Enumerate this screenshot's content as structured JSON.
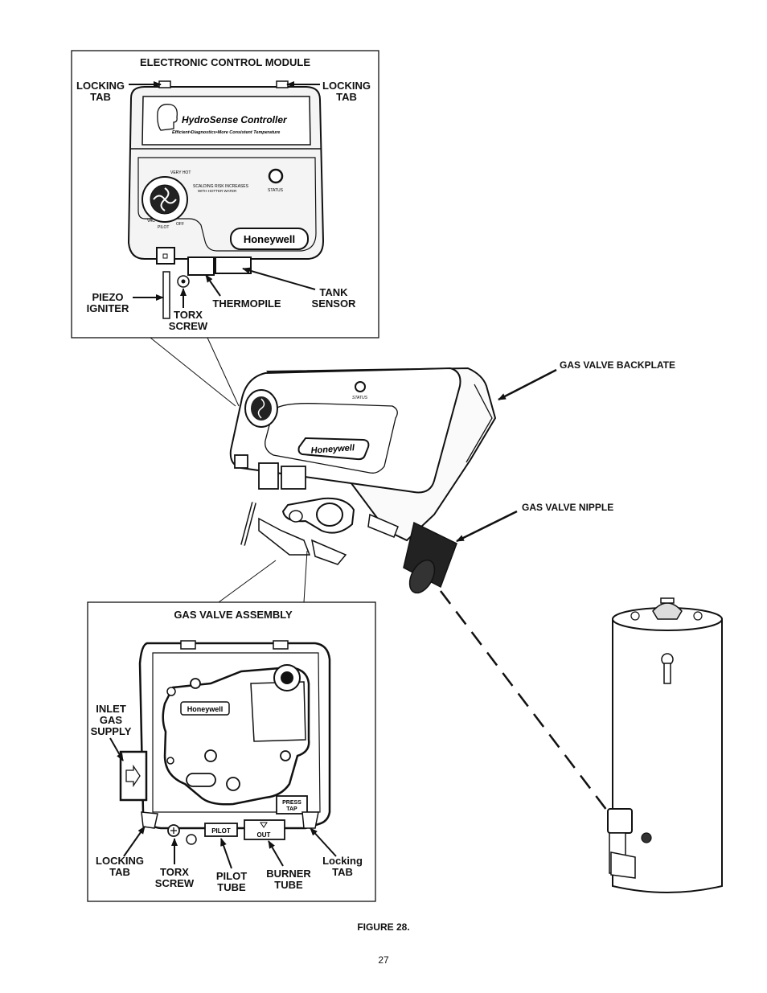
{
  "top_box": {
    "title": "ELECTRONIC CONTROL MODULE",
    "locking_tab_left": "LOCKING\nTAB",
    "locking_tab_right": "LOCKING\nTAB",
    "piezo_igniter": "PIEZO\nIGNITER",
    "torx_screw": "TORX\nSCREW",
    "thermopile": "THERMOPILE",
    "tank_sensor": "TANK\nSENSOR",
    "controller_brand": "HydroSense  Controller",
    "controller_tagline": "Efficient•Diagnostics•More Consistent Temperature",
    "scald_warning": "SCALDING RISK INCREASES\nWITH HOTTER WATER",
    "status": "STATUS",
    "very_hot": "VERY HOT",
    "pilot": "PILOT",
    "vac": "VAC",
    "off": "OFF",
    "honeywell": "Honeywell"
  },
  "middle": {
    "gas_valve_backplate": "GAS VALVE BACKPLATE",
    "gas_valve_nipple": "GAS VALVE NIPPLE",
    "honeywell": "Honeywell",
    "status": "STATUS"
  },
  "bottom_box": {
    "title": "GAS VALVE ASSEMBLY",
    "inlet_gas_supply": "INLET\nGAS\nSUPPLY",
    "locking_tab_left": "LOCKING\nTAB",
    "torx_screw": "TORX\nSCREW",
    "pilot_tube": "PILOT\nTUBE",
    "burner_tube": "BURNER\nTUBE",
    "locking_tab_right": "Locking\nTAB",
    "honeywell": "Honeywell",
    "press_tap": "PRESS\nTAP",
    "pilot_label": "PILOT",
    "out_label": "OUT"
  },
  "caption": "FIGURE 28.",
  "page_number": "27"
}
